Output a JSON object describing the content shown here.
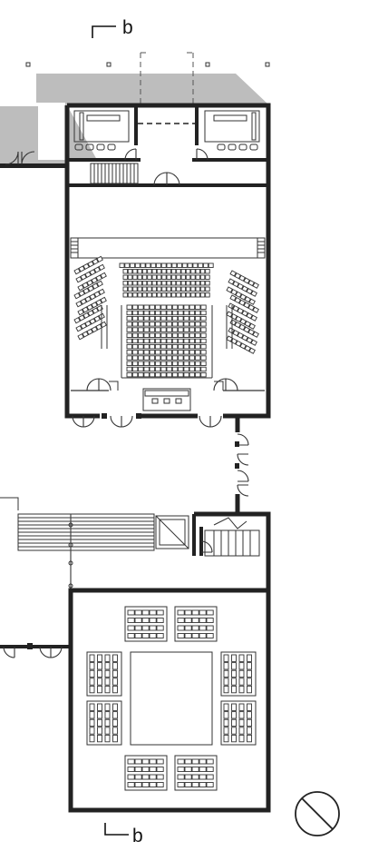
{
  "section_markers": {
    "top_label": "b",
    "bottom_label": "b"
  },
  "north_indicator": {
    "icon": "north-arrow-icon"
  },
  "colors": {
    "wall": "#222222",
    "shade": "#bdbdbd",
    "line": "#333333"
  },
  "seating": {
    "auditorium_front_rows": 6,
    "auditorium_center_rows": 13,
    "side_wing_rows": 9,
    "lower_hall_blocks": 8
  }
}
